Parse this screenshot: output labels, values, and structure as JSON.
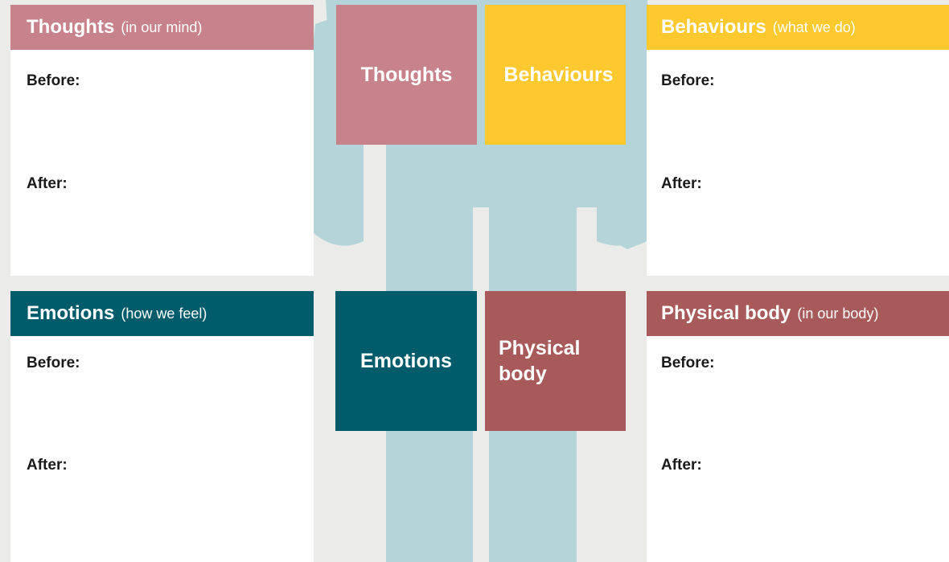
{
  "colors": {
    "background": "#ebebea",
    "figure": "#b5d4d9",
    "thoughts": "#c7828b",
    "behaviours": "#fec92e",
    "emotions": "#005b6b",
    "physical": "#a85a5b"
  },
  "panels": {
    "thoughts": {
      "title": "Thoughts",
      "subtitle": "(in our mind)",
      "before": "Before:",
      "after": "After:"
    },
    "behaviours": {
      "title": "Behaviours",
      "subtitle": "(what we do)",
      "before": "Before:",
      "after": "After:"
    },
    "emotions": {
      "title": "Emotions",
      "subtitle": "(how we feel)",
      "before": "Before:",
      "after": "After:"
    },
    "physical": {
      "title": "Physical body",
      "subtitle": "(in our body)",
      "before": "Before:",
      "after": "After:"
    }
  },
  "squares": {
    "thoughts": "Thoughts",
    "behaviours": "Behaviours",
    "emotions": "Emotions",
    "physical_line1": "Physical",
    "physical_line2": "body"
  }
}
